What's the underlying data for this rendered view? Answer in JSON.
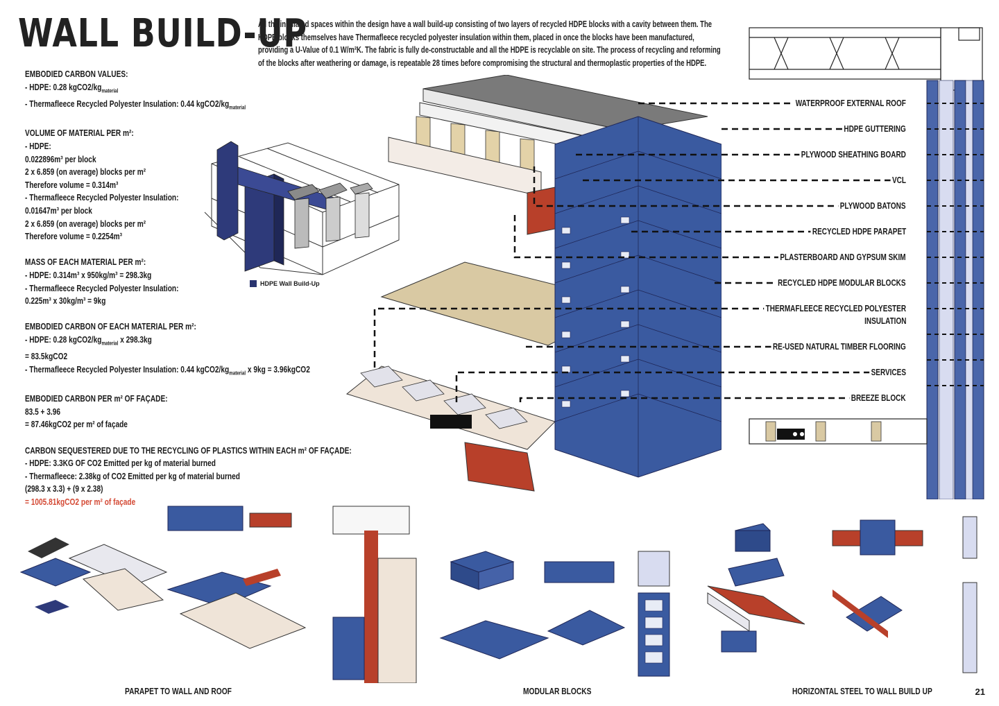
{
  "title": "WALL BUILD-UP",
  "intro": "All the insulated spaces within the design have a wall build-up consisting of two layers of recycled HDPE blocks with a cavity between them. The HDPE blocks themselves have Thermafleece recycled polyester insulation within them, placed in once the blocks have been manufactured, providing a U-Value of 0.1 W/m²K. The fabric is fully de-constructable and all the HDPE is recyclable on site. The process of recycling and reforming of the blocks after weathering or damage, is repeatable 28 times before compromising the structural and thermoplastic properties of the HDPE.",
  "calc": {
    "s1": [
      "EMBODIED CARBON VALUES:",
      "- HDPE: 0.28 kgCO2/kg",
      "- Thermafleece Recycled Polyester Insulation: 0.44 kgCO2/kg"
    ],
    "sub_material": "material",
    "s2": [
      "VOLUME OF MATERIAL PER m²:",
      "- HDPE:",
      "0.022896m³ per block",
      "2 x 6.859 (on average) blocks per m²",
      "Therefore volume = 0.314m³",
      "- Thermafleece Recycled Polyester Insulation:",
      "0.01647m³ per block",
      "2 x 6.859 (on average) blocks per m²",
      "Therefore volume = 0.2254m³"
    ],
    "s3": [
      "MASS OF EACH MATERIAL PER m²:",
      "- HDPE: 0.314m³ x 950kg/m³ = 298.3kg",
      "- Thermafleece Recycled Polyester Insulation:",
      "0.225m³ x 30kg/m³ = 9kg"
    ],
    "s4": [
      "EMBODIED CARBON OF EACH MATERIAL PER m²:",
      "- HDPE: 0.28 kgCO2/kg",
      " x 298.3kg",
      "= 83.5kgCO2",
      "- Thermafleece Recycled Polyester Insulation: 0.44 kgCO2/kg",
      " x 9kg = 3.96kgCO2"
    ],
    "s5": [
      "EMBODIED CARBON PER m² OF FAÇADE:",
      " 83.5 + 3.96",
      "= 87.46kgCO2 per m² of façade"
    ],
    "s6": [
      "CARBON SEQUESTERED DUE TO THE RECYCLING OF PLASTICS WITHIN EACH m² OF FAÇADE:",
      "- HDPE: 3.3KG OF CO2 Emitted per kg of material burned",
      "- Thermafleece: 2.38kg of CO2 Emitted per kg of material burned",
      "(298.3 x 3.3) + (9 x 2.38)",
      "= 1005.81kgCO2 per m² of façade"
    ]
  },
  "legend": "HDPE Wall Build-Up",
  "labels": [
    "WATERPROOF EXTERNAL ROOF",
    "HDPE GUTTERING",
    "PLYWOOD SHEATHING BOARD",
    "VCL",
    "PLYWOOD BATONS",
    "RECYCLED HDPE PARAPET",
    "PLASTERBOARD AND GYPSUM SKIM",
    "RECYCLED HDPE  MODULAR BLOCKS",
    "THERMAFLEECE RECYCLED POLYESTER",
    "INSULATION",
    "RE-USED NATURAL TIMBER FLOORING",
    "SERVICES",
    "BREEZE BLOCK"
  ],
  "captions": [
    "PARAPET TO WALL AND ROOF",
    "MODULAR BLOCKS",
    "HORIZONTAL STEEL TO WALL BUILD UP"
  ],
  "page_number": "21",
  "colors": {
    "hdpe_blue": "#3a5aa0",
    "steel_red": "#b8402a",
    "timber": "#d9c9a3",
    "highlight": "#d44a35"
  }
}
